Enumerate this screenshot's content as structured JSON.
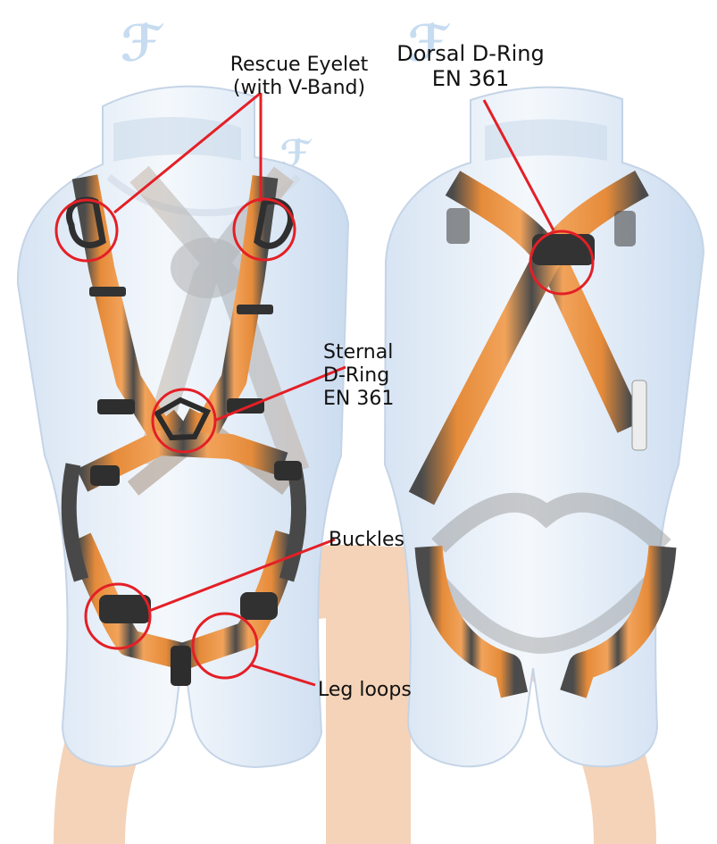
{
  "image": {
    "background": "#ffffff",
    "accent_orange": "#f4d3b8",
    "watermark_color": "#bfd6ee",
    "callout_color": "#e41f26",
    "webbing_orange": "#e58b3a",
    "webbing_dark": "#3f3f3f"
  },
  "callouts": {
    "rescue_eyelet": {
      "line1": "Rescue Eyelet",
      "line2": "(with V-Band)"
    },
    "dorsal_ring": {
      "line1": "Dorsal D-Ring",
      "line2": "EN 361"
    },
    "sternal_ring": {
      "line1": "Sternal",
      "line2": "D-Ring",
      "line3": "EN 361"
    },
    "buckles": {
      "label": "Buckles"
    },
    "leg_loops": {
      "label": "Leg loops"
    }
  }
}
